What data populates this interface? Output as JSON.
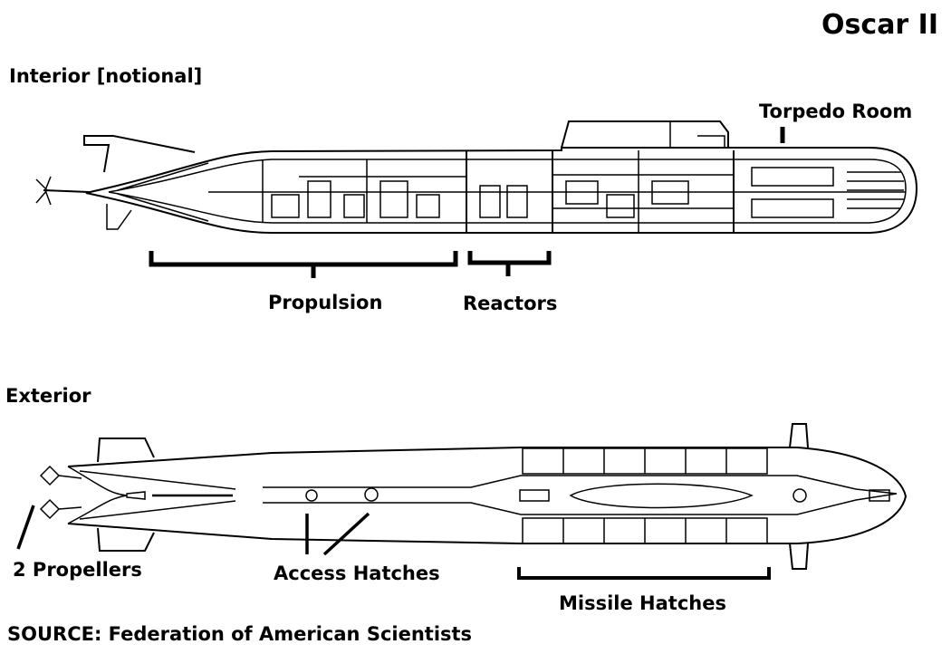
{
  "title": "Oscar II",
  "interior_heading": "Interior [notional]",
  "exterior_heading": "Exterior",
  "labels": {
    "torpedo_room": "Torpedo Room",
    "propulsion": "Propulsion",
    "reactors": "Reactors",
    "propellers": "2 Propellers",
    "access_hatches": "Access Hatches",
    "missile_hatches": "Missile Hatches"
  },
  "source": "SOURCE: Federation of American Scientists"
}
